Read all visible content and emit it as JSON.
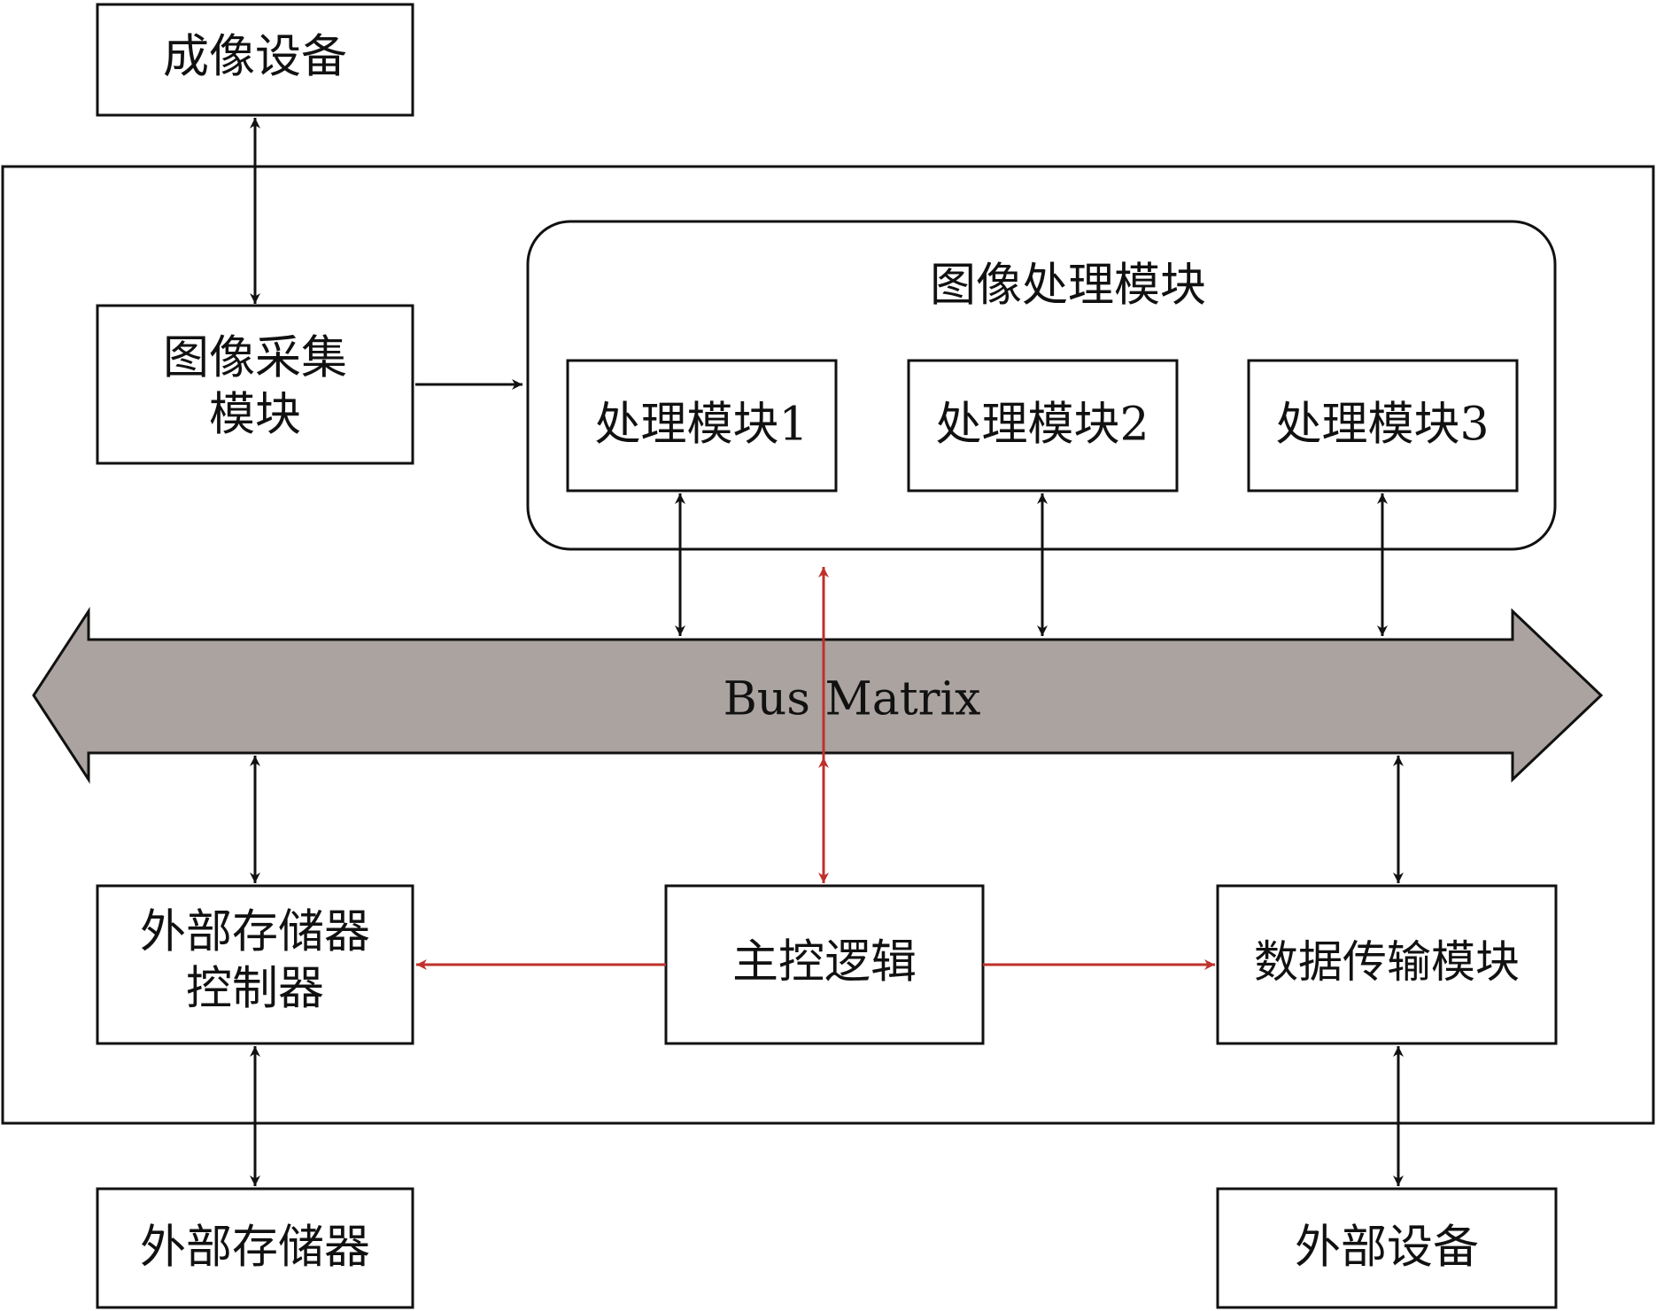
{
  "diagram": {
    "colors": {
      "line": "#111111",
      "control": "#c0302b",
      "bus_fill": "#aaa39f"
    },
    "nodes": {
      "imaging_device": {
        "label": "成像设备"
      },
      "image_capture": {
        "lines": [
          "图像采集",
          "模块"
        ]
      },
      "image_processing_group": {
        "label": "图像处理模块"
      },
      "proc1": {
        "label": "处理模块1"
      },
      "proc2": {
        "label": "处理模块2"
      },
      "proc3": {
        "label": "处理模块3"
      },
      "bus": {
        "label": "Bus  Matrix"
      },
      "ext_mem_ctrl": {
        "lines": [
          "外部存储器",
          "控制器"
        ]
      },
      "main_control": {
        "label": "主控逻辑"
      },
      "data_transfer": {
        "label": "数据传输模块"
      },
      "ext_mem": {
        "label": "外部存储器"
      },
      "ext_device": {
        "label": "外部设备"
      }
    }
  }
}
